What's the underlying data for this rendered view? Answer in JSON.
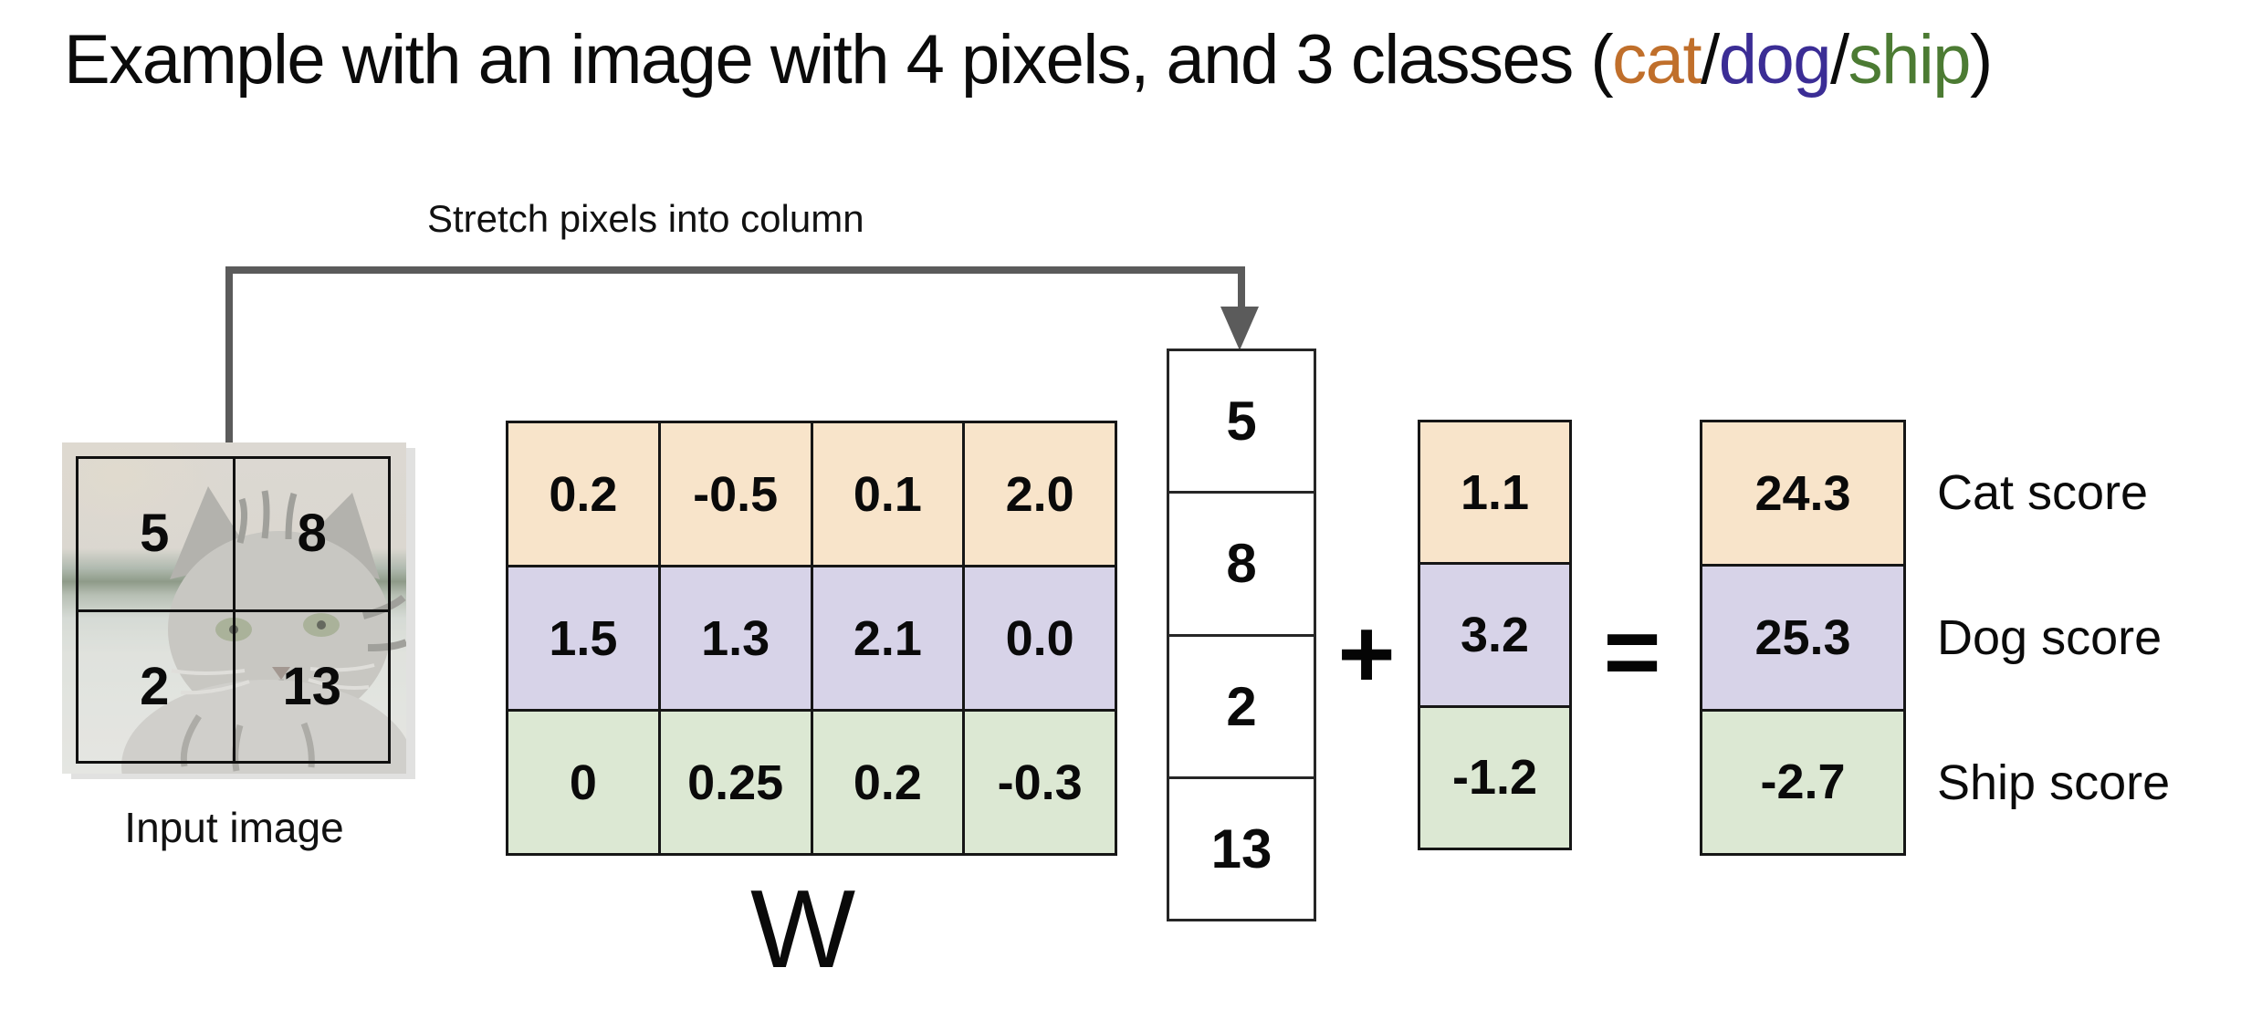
{
  "title": {
    "prefix": "Example with an image with 4 pixels, and 3 classes (",
    "cat": "cat",
    "slash1": "/",
    "dog": "dog",
    "slash2": "/",
    "ship": "ship",
    "suffix": ")"
  },
  "arrow": {
    "label": "Stretch pixels into column"
  },
  "input_image": {
    "caption": "Input image",
    "pixels": [
      "5",
      "8",
      "2",
      "13"
    ]
  },
  "weight_matrix": {
    "label": "W",
    "rows": [
      {
        "name": "cat",
        "values": [
          "0.2",
          "-0.5",
          "0.1",
          "2.0"
        ]
      },
      {
        "name": "dog",
        "values": [
          "1.5",
          "1.3",
          "2.1",
          "0.0"
        ]
      },
      {
        "name": "ship",
        "values": [
          "0",
          "0.25",
          "0.2",
          "-0.3"
        ]
      }
    ]
  },
  "input_vector": {
    "values": [
      "5",
      "8",
      "2",
      "13"
    ]
  },
  "operators": {
    "plus": "+",
    "equals": "="
  },
  "bias_vector": {
    "values": [
      "1.1",
      "3.2",
      "-1.2"
    ]
  },
  "score_vector": {
    "values": [
      "24.3",
      "25.3",
      "-2.7"
    ]
  },
  "score_labels": [
    "Cat score",
    "Dog score",
    "Ship score"
  ],
  "colors": {
    "cat_word": "#c06f2b",
    "dog_word": "#3b2d95",
    "ship_word": "#4c7b33",
    "cat_row": "#f8e4ca",
    "dog_row": "#d7d3e8",
    "ship_row": "#dce8d3",
    "arrow": "#5b5b5b"
  }
}
